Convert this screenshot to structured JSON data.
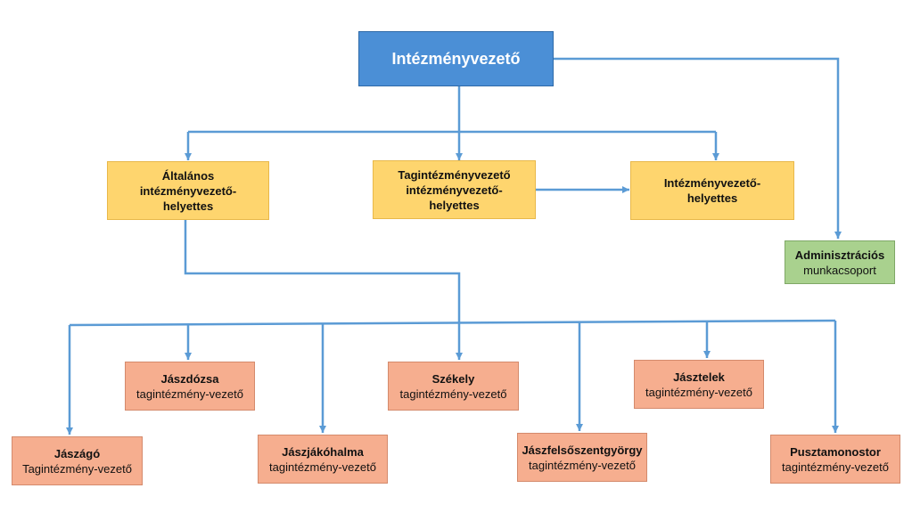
{
  "nodes": {
    "director": {
      "title": "Intézményvezető"
    },
    "general_deputy": {
      "lines": [
        "Általános",
        "intézményvezető-",
        "helyettes"
      ]
    },
    "member_deputy": {
      "lines": [
        "Tagintézményvezető",
        "intézményvezető-",
        "helyettes"
      ]
    },
    "deputy": {
      "lines": [
        "Intézményvezető-",
        "helyettes"
      ]
    },
    "admin": {
      "name": "Adminisztrációs",
      "role": "munkacsoport"
    },
    "jaszdozsa": {
      "name": "Jászdózsa",
      "role": "tagintézmény-vezető"
    },
    "szekely": {
      "name": "Székely",
      "role": "tagintézmény-vezető"
    },
    "jasztelek": {
      "name": "Jásztelek",
      "role": "tagintézmény-vezető"
    },
    "jaszago": {
      "name": "Jászágó",
      "role": "Tagintézmény-vezető"
    },
    "jaszjakohalma": {
      "name": "Jászjákóhalma",
      "role": "tagintézmény-vezető"
    },
    "jaszfelsoszentgyorgy": {
      "name": "Jászfelsőszentgyörgy",
      "role": "tagintézmény-vezető"
    },
    "pusztamonostor": {
      "name": "Pusztamonostor",
      "role": "tagintézmény-vezető"
    }
  },
  "colors": {
    "connector": "#5b9bd5",
    "top_box": "#4b8fd6",
    "deputy_box": "#fed56e",
    "admin_box": "#a9d18e",
    "unit_box": "#f6ae8f"
  }
}
